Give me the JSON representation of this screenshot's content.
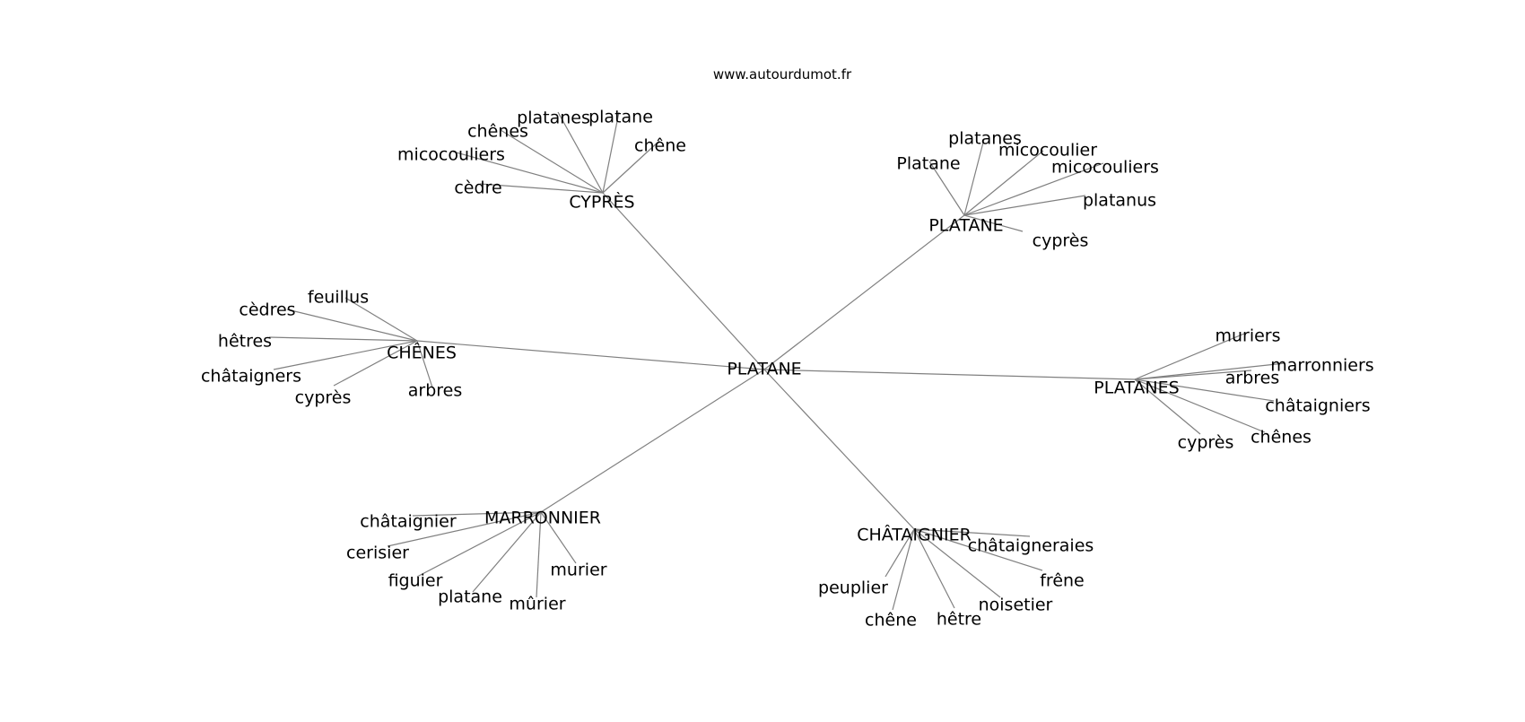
{
  "credit": "www.autourdumot.fr",
  "center": "PLATANE",
  "clusters": [
    {
      "hub": "CYPRÈS",
      "leaves": [
        "platanes",
        "platane",
        "chênes",
        "chêne",
        "micocouliers",
        "cèdre"
      ]
    },
    {
      "hub": "PLATANE",
      "leaves": [
        "platanes",
        "Platane",
        "micocoulier",
        "micocouliers",
        "platanus",
        "cyprès"
      ]
    },
    {
      "hub": "CHÊNES",
      "leaves": [
        "feuillus",
        "cèdres",
        "hêtres",
        "châtaigners",
        "cyprès",
        "arbres"
      ]
    },
    {
      "hub": "PLATANES",
      "leaves": [
        "muriers",
        "marronniers",
        "arbres",
        "châtaigniers",
        "chênes",
        "cyprès"
      ]
    },
    {
      "hub": "MARRONNIER",
      "leaves": [
        "châtaignier",
        "cerisier",
        "figuier",
        "platane",
        "mûrier",
        "murier"
      ]
    },
    {
      "hub": "CHÂTAIGNIER",
      "leaves": [
        "châtaigneraies",
        "peuplier",
        "frêne",
        "noisetier",
        "hêtre",
        "chêne"
      ]
    }
  ],
  "colors": {
    "edge": "#808080",
    "text": "#000000",
    "background": "#ffffff"
  }
}
